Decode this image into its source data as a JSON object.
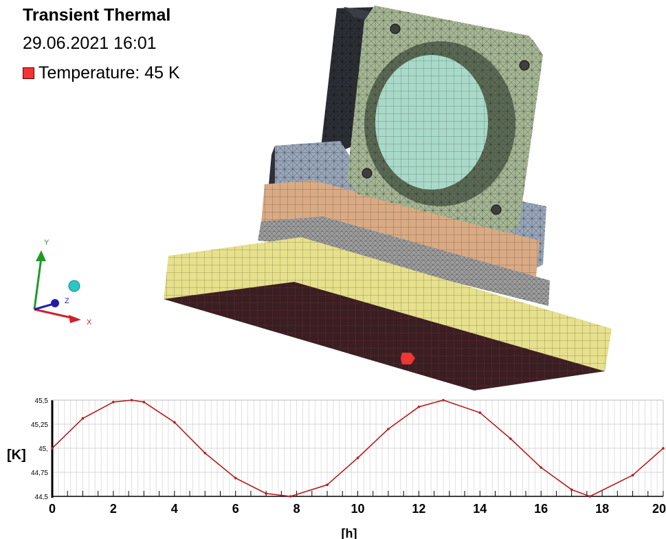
{
  "header": {
    "title": "Transient Thermal",
    "date": "29.06.2021 16:01",
    "legend_label": "Temperature: 45 K",
    "legend_color": "#f03535"
  },
  "triad": {
    "x_label": "X",
    "y_label": "Y",
    "z_label": "Z",
    "x_color": "#d0202a",
    "y_color": "#1e9a2a",
    "z_color": "#1f1fa8"
  },
  "model": {
    "probe_color": "#f03535",
    "colors": {
      "housing": "#2c2f35",
      "flange": "#a7b896",
      "lens": "#a9d9c8",
      "block": "#9aa8bc",
      "copper_layer": "#d9aa84",
      "gasket": "#9e9e9e",
      "base_top": "#e7e08c",
      "base_bottom": "#3a1f22"
    }
  },
  "chart_data": {
    "type": "line",
    "title": "",
    "xlabel": "[h]",
    "ylabel": "[K]",
    "xlim": [
      0,
      20
    ],
    "ylim": [
      44.5,
      45.5
    ],
    "x_ticks": [
      "0",
      "2",
      "4",
      "6",
      "8",
      "10",
      "12",
      "14",
      "16",
      "18",
      "20"
    ],
    "y_ticks": [
      "45,5",
      "45,25",
      "45,",
      "44,75",
      "44,5"
    ],
    "grid": true,
    "line_color": "#b81c1c",
    "series": [
      {
        "x": [
          0,
          1,
          2,
          2.6,
          3,
          4,
          5,
          6,
          7,
          7.8,
          9,
          10,
          11,
          12,
          12.8,
          14,
          15,
          16,
          17,
          17.6,
          19,
          20
        ],
        "values": [
          45.0,
          45.31,
          45.48,
          45.5,
          45.48,
          45.27,
          44.95,
          44.69,
          44.53,
          44.5,
          44.62,
          44.9,
          45.2,
          45.43,
          45.5,
          45.37,
          45.1,
          44.8,
          44.57,
          44.5,
          44.72,
          45.0
        ]
      }
    ]
  }
}
